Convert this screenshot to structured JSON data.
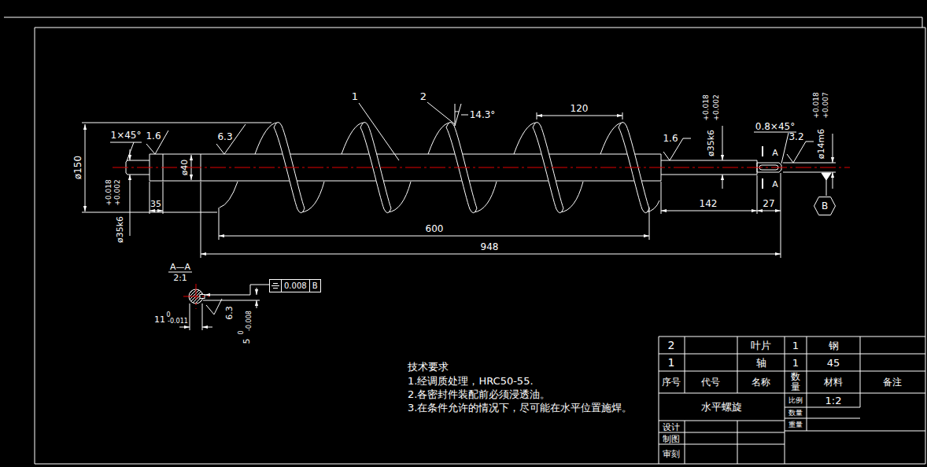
{
  "diagram": {
    "nodes": [
      {
        "text": [
          "0.008",
          "B"
        ]
      },
      {
        "text": [
          "B"
        ]
      }
    ],
    "labels": [
      "1×45°",
      "1.6",
      "6.3",
      "ø150",
      "ø35k6",
      "+0.018",
      "+0.002",
      "35",
      "ø40",
      "1",
      "2",
      "14.3°",
      "120",
      "1.6",
      "ø35k6",
      "+0.018",
      "+0.002",
      "0.8×45°",
      "3.2",
      "ø14m6",
      "+0.018",
      "+0.007",
      "A",
      "A",
      "142",
      "27",
      "600",
      "948",
      "A—A",
      "2:1",
      "11",
      "0",
      "-0.011",
      "6.3",
      "5",
      "0",
      "-0.008",
      "技术要求",
      "1.经调质处理，HRC50-55.",
      "2.各密封件装配前必须浸透油。",
      "3.在条件允许的情况下，尽可能在水平位置施焊。",
      "2",
      "叶片",
      "1",
      "钢",
      "1",
      "轴",
      "1",
      "45",
      "序号",
      "代号",
      "名称",
      "数量",
      "材料",
      "备注",
      "水平螺旋",
      "比例",
      "1:2",
      "数量",
      "重量",
      "设计",
      "制图",
      "审刻"
    ]
  }
}
